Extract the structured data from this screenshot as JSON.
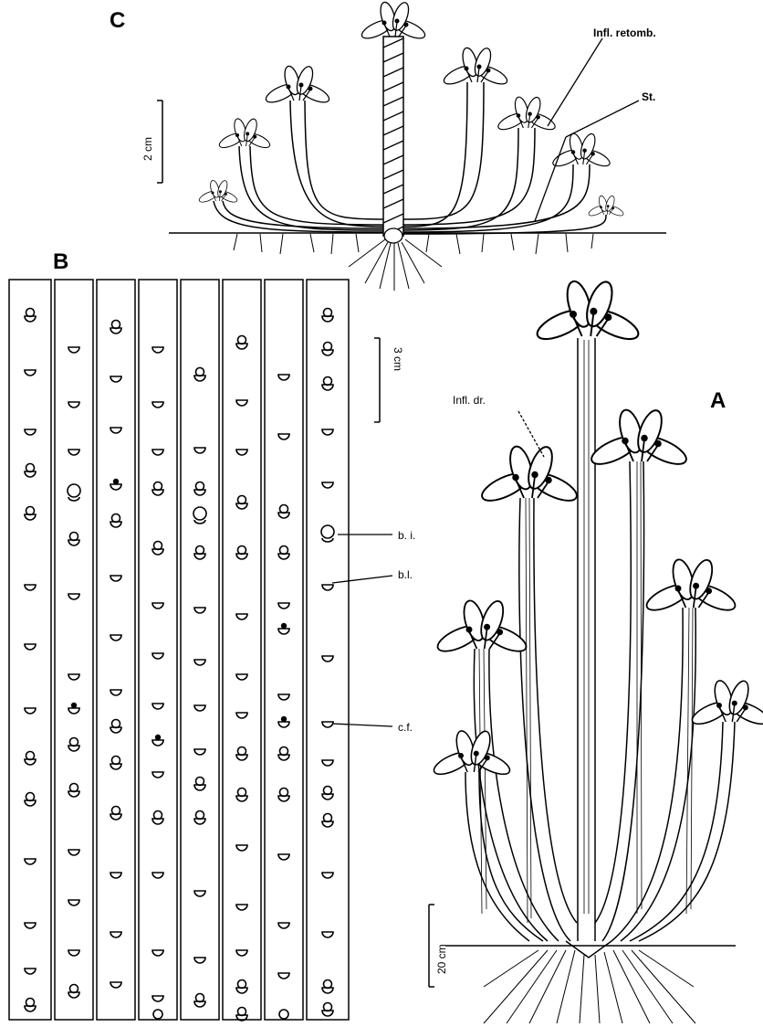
{
  "panels": {
    "a": {
      "letter": "A"
    },
    "b": {
      "letter": "B"
    },
    "c": {
      "letter": "C"
    }
  },
  "labels": {
    "infl_retomb": "Infl. retomb.",
    "st": "St.",
    "infl_dr": "Infl. dr.",
    "b_i": "b. i.",
    "b_l": "b.l.",
    "c_f": "c.f."
  },
  "scale_bars": {
    "c": "2 cm",
    "b": "3 cm",
    "a": "20 cm"
  }
}
